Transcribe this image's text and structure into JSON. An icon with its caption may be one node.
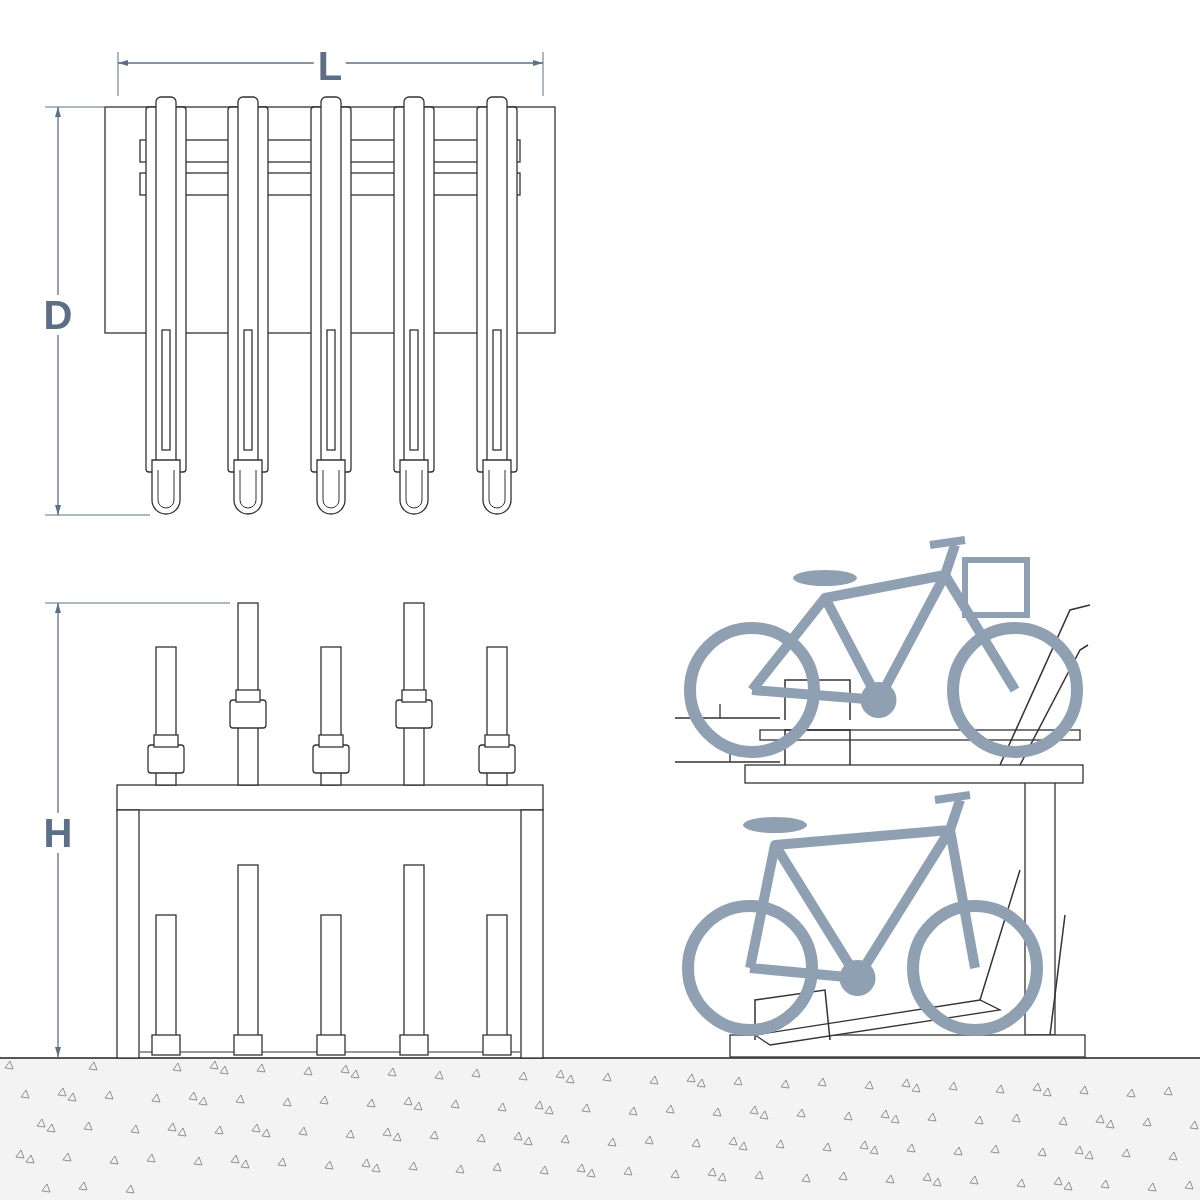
{
  "diagram": {
    "labels": [
      "L",
      "D",
      "H"
    ]
  }
}
